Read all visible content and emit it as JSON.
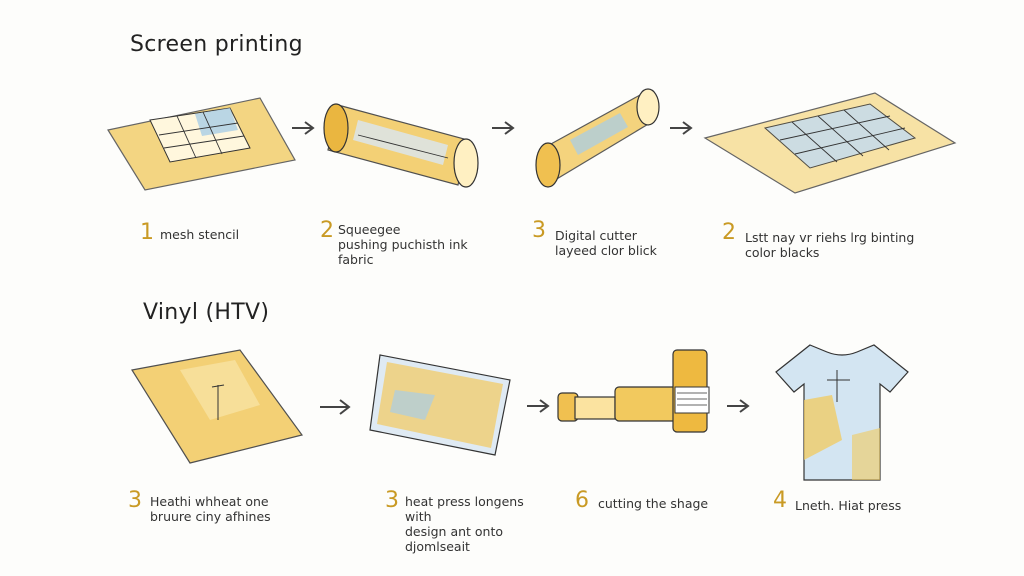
{
  "screen_printing": {
    "title": "Screen printing",
    "steps": [
      {
        "number": "1",
        "caption": "mesh stencil"
      },
      {
        "number": "2",
        "caption": "Squeegee\npushing puchisth ink\nfabric"
      },
      {
        "number": "3",
        "caption": "Digital cutter\nlayeed clor blick"
      },
      {
        "number": "2",
        "caption": "Lstt nay vr riehs lrg binting\ncolor blacks"
      }
    ]
  },
  "vinyl": {
    "title": "Vinyl (HTV)",
    "steps": [
      {
        "number": "3",
        "caption": "Heathi whheat one\nbruure ciny afhines"
      },
      {
        "number": "3",
        "caption": "heat press longens\nwith\ndesign ant onto\ndjomlseait"
      },
      {
        "number": "6",
        "caption": "cutting the shage"
      },
      {
        "number": "4",
        "caption": "Lneth. Hiat press"
      }
    ]
  },
  "colors": {
    "accent_yellow": "#e8b840",
    "accent_blue": "#a9cde6",
    "ink": "#333333"
  },
  "icons": [
    "arrow-right-icon"
  ]
}
